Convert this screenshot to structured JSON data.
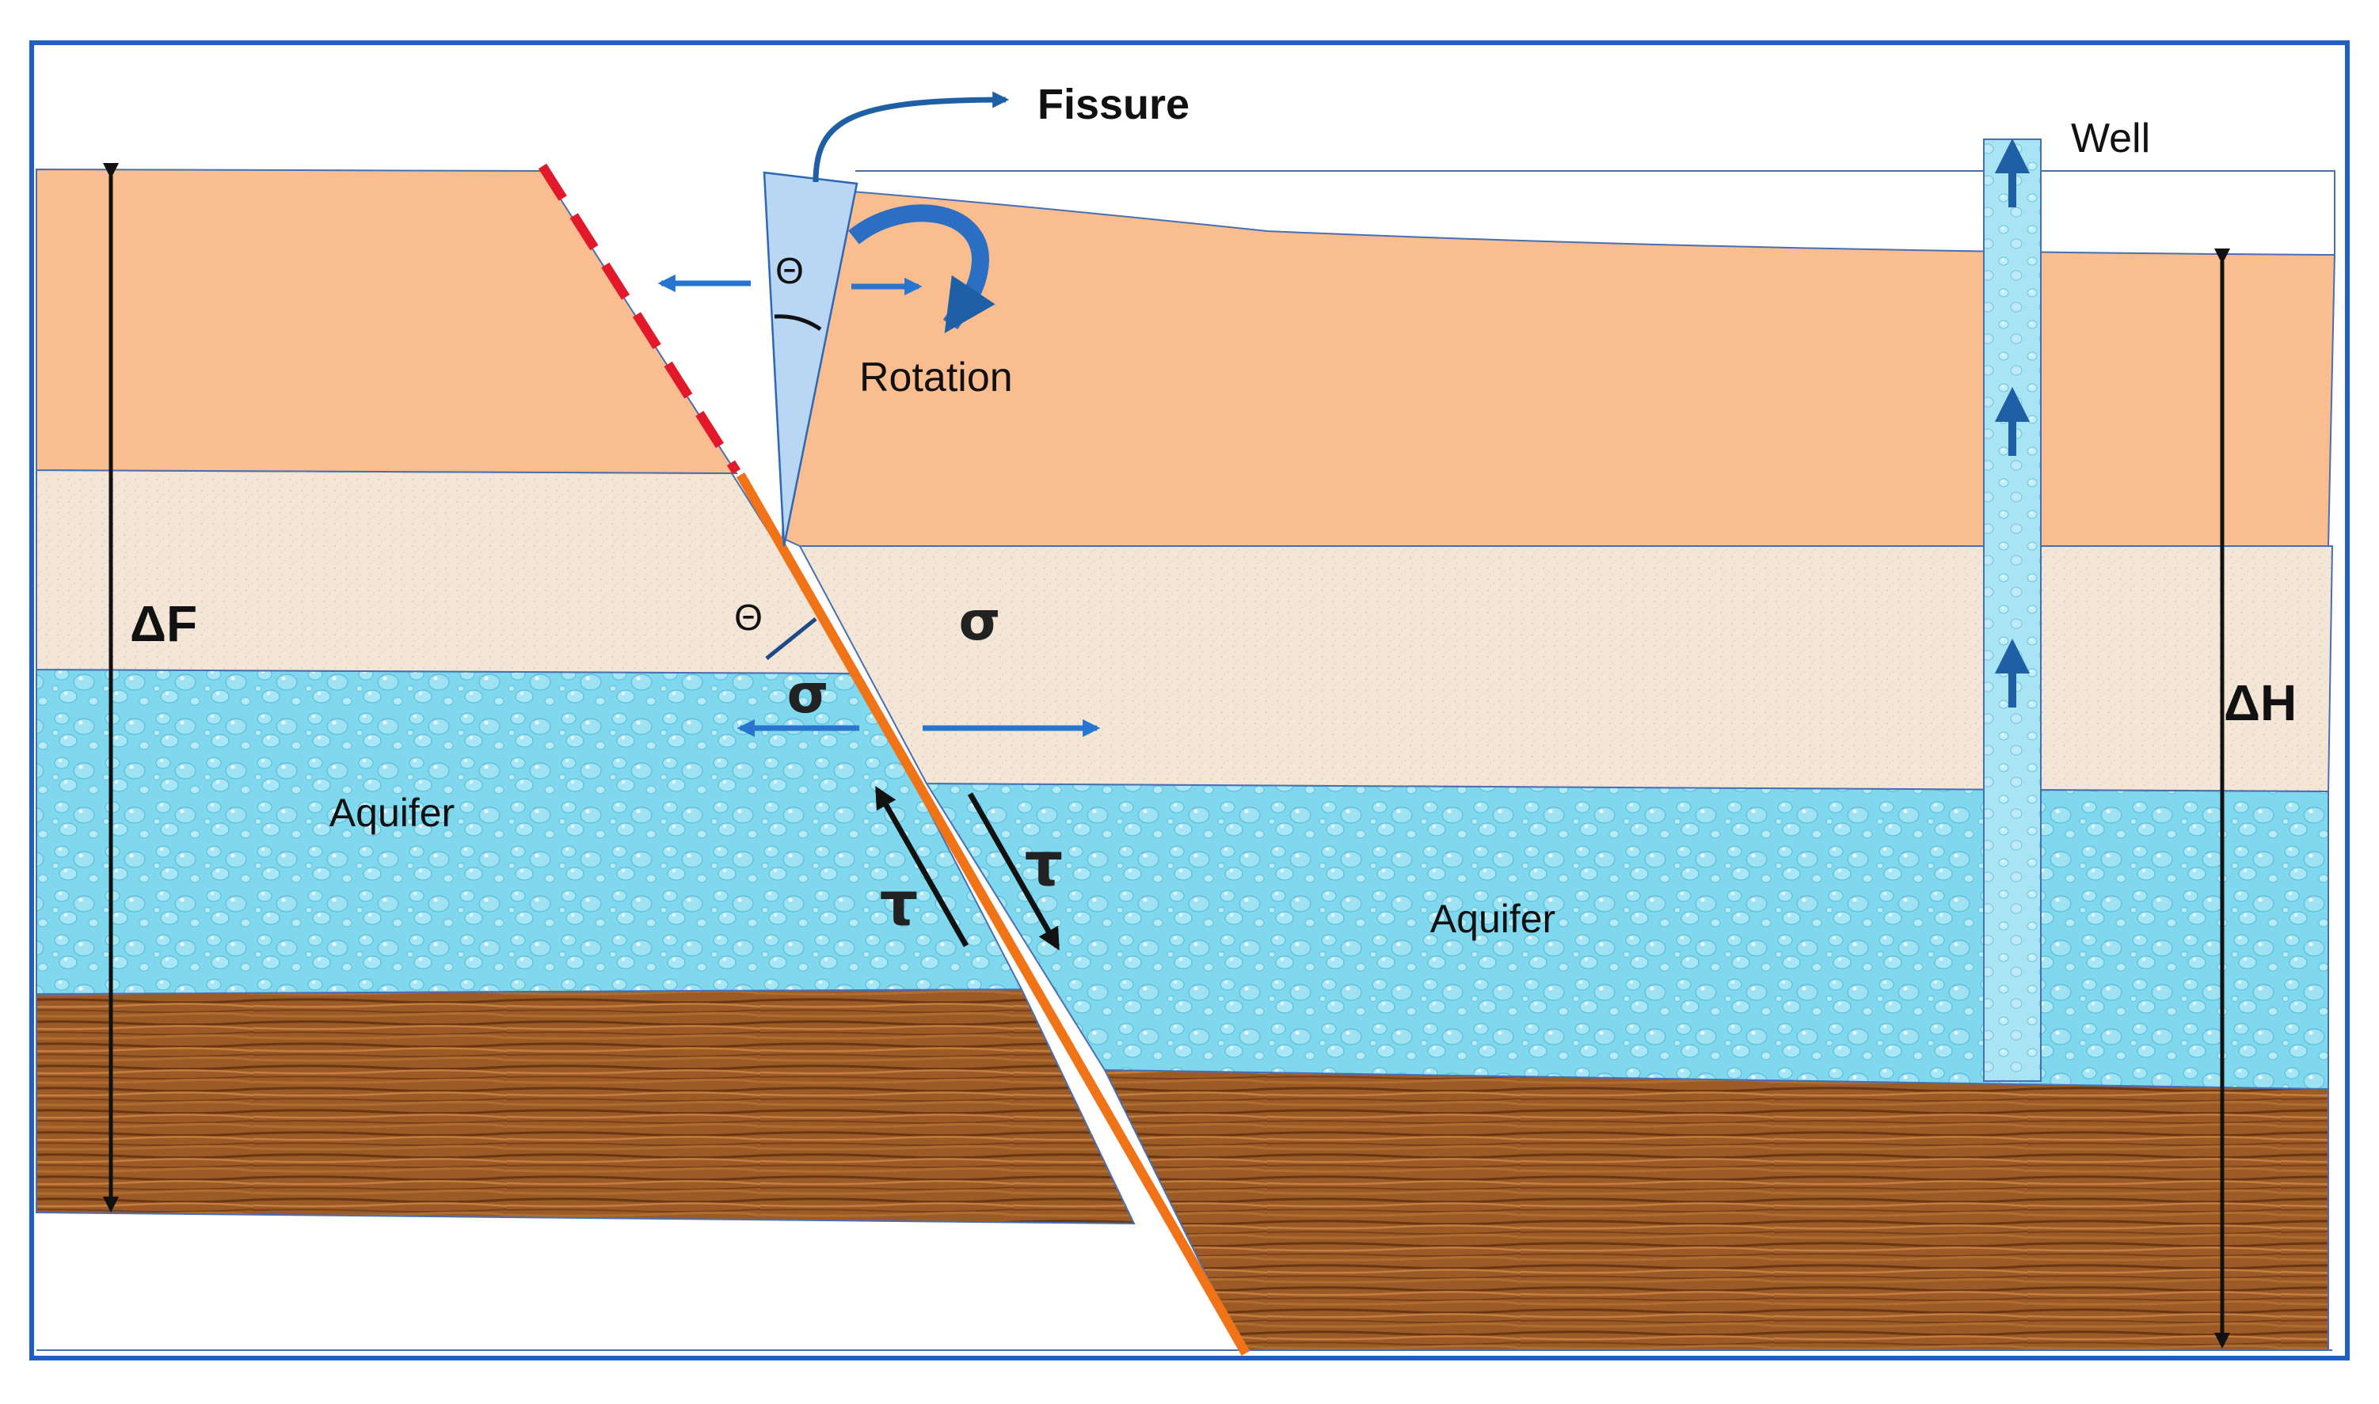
{
  "labels": {
    "fissure": "Fissure",
    "rotation": "Rotation",
    "well": "Well",
    "delta_f": "ΔF",
    "delta_h": "ΔH",
    "theta_fissure": "Θ",
    "theta_fault": "Θ",
    "sigma_upper": "σ",
    "sigma_lower": "σ",
    "tau_left": "τ",
    "tau_right": "τ",
    "aquifer_left": "Aquifer",
    "aquifer_right": "Aquifer"
  },
  "colors": {
    "frame": "#1f5fc4",
    "clay_layer": "#f9bd8f",
    "sand_layer": "#f3e6d7",
    "aquifer": "#7fd8ee",
    "bedrock": "#9c5a27",
    "fault_trace": "#f07318",
    "fault_projection": "#e2182b",
    "stress_arrow": "#2775cf",
    "fissure_fill": "#b9d6f4",
    "well_fill": "#a9e4f4"
  }
}
